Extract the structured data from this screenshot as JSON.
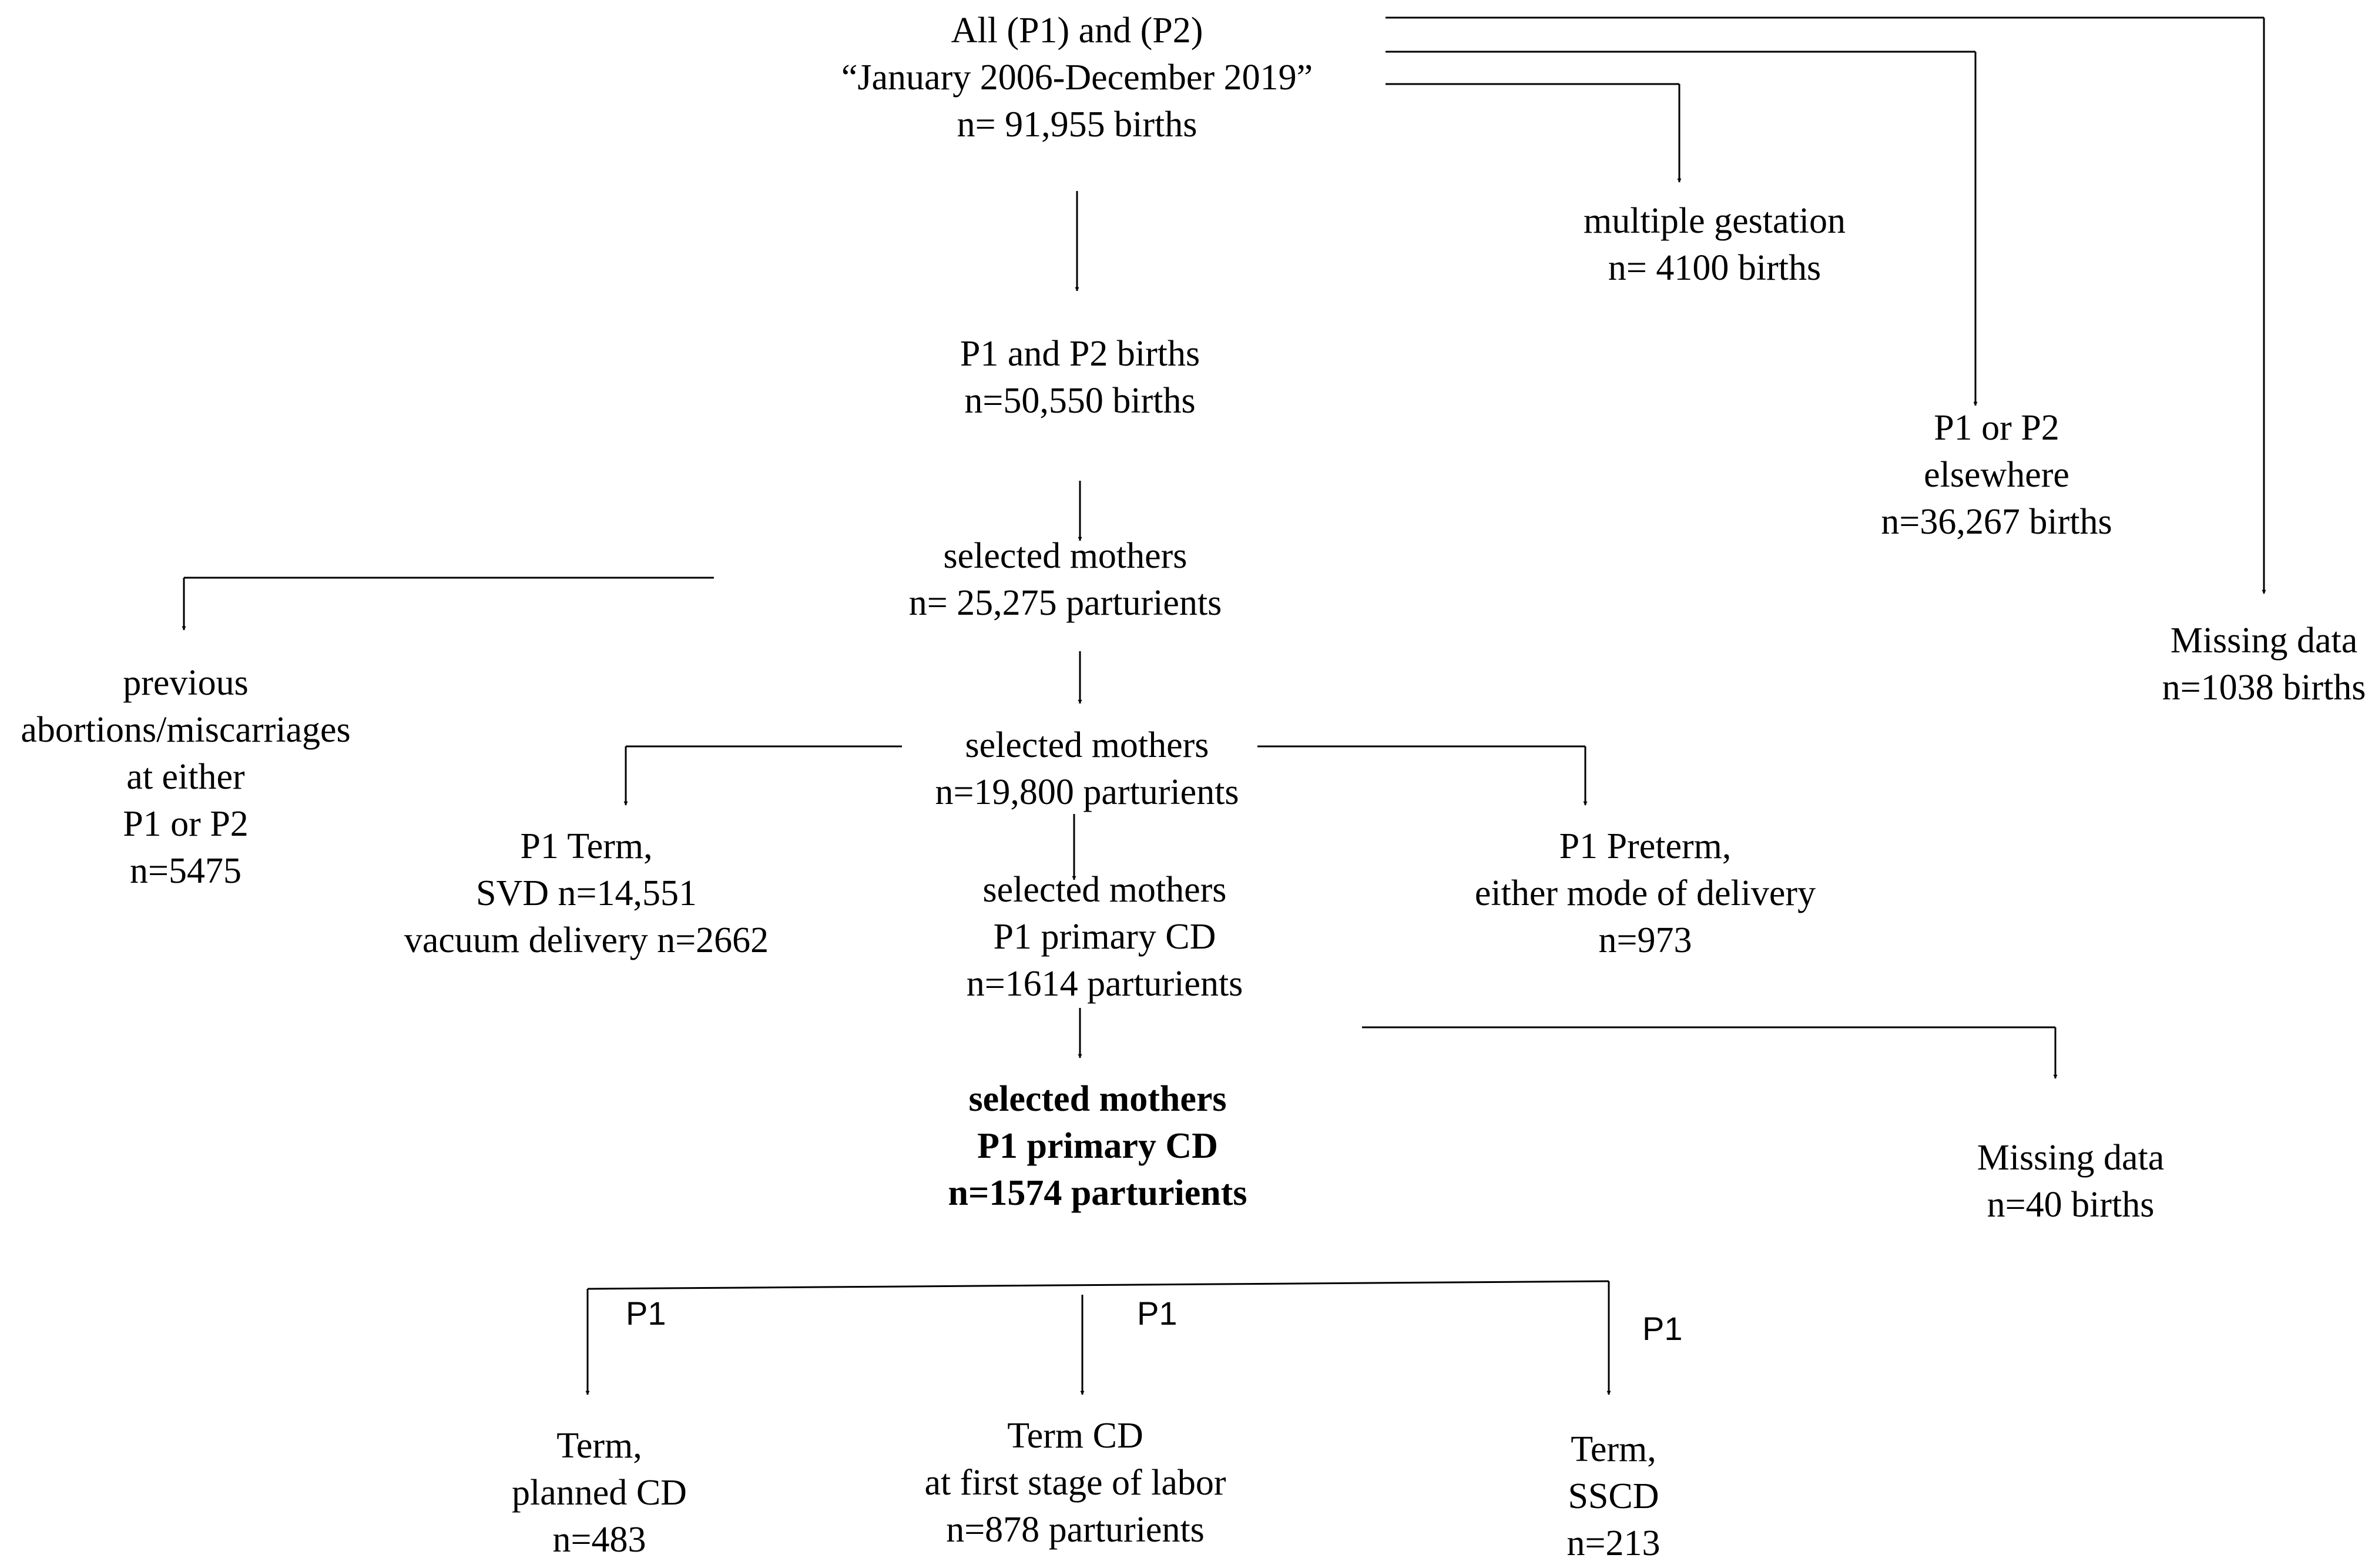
{
  "diagram": {
    "nodes": [
      {
        "id": "all",
        "lines": [
          "All (P1) and (P2)",
          "“January 2006-December 2019”",
          "n= 91,955 births"
        ]
      },
      {
        "id": "multiple",
        "lines": [
          "multiple gestation",
          "n= 4100 births"
        ]
      },
      {
        "id": "elsewhere",
        "lines": [
          "P1 or P2",
          "elsewhere",
          "n=36,267 births"
        ]
      },
      {
        "id": "missing1",
        "lines": [
          "Missing data",
          "n=1038 births"
        ]
      },
      {
        "id": "p1p2",
        "lines": [
          "P1 and P2 births",
          "n=50,550 births"
        ]
      },
      {
        "id": "sel1",
        "lines": [
          "selected mothers",
          "n= 25,275 parturients"
        ]
      },
      {
        "id": "abortions",
        "lines": [
          "previous",
          "abortions/miscarriages",
          "at either",
          "P1 or P2",
          "n=5475"
        ]
      },
      {
        "id": "sel2",
        "lines": [
          "selected mothers",
          "n=19,800 parturients"
        ]
      },
      {
        "id": "term",
        "lines": [
          "P1 Term,",
          "SVD n=14,551",
          "vacuum delivery n=2662"
        ]
      },
      {
        "id": "cd1",
        "lines": [
          "selected mothers",
          "P1 primary CD",
          "n=1614 parturients"
        ]
      },
      {
        "id": "preterm",
        "lines": [
          "P1 Preterm,",
          "either mode of delivery",
          "n=973"
        ]
      },
      {
        "id": "cdfinal",
        "lines": [
          "selected mothers",
          "P1 primary CD",
          "n=1574 parturients"
        ]
      },
      {
        "id": "missing2",
        "lines": [
          "Missing data",
          "n=40 births"
        ]
      },
      {
        "id": "planned",
        "lines": [
          "Term,",
          "planned CD",
          "n=483"
        ]
      },
      {
        "id": "firststage",
        "lines": [
          "Term CD",
          "at first stage of labor",
          "n=878 parturients"
        ]
      },
      {
        "id": "sscd",
        "lines": [
          "Term,",
          "SSCD",
          "n=213"
        ]
      }
    ],
    "branch_labels": [
      "P1",
      "P1",
      "P1"
    ]
  }
}
